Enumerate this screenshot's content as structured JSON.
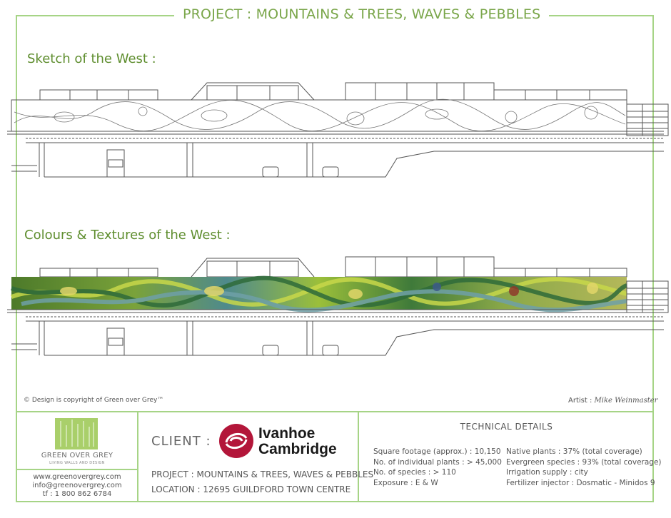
{
  "title": "PROJECT : MOUNTAINS & TREES, WAVES & PEBBLES",
  "sketch_heading": "Sketch of the West :",
  "colours_heading": "Colours & Textures of the West :",
  "copyright": "© Design is copyright of Green over Grey™",
  "artist": {
    "label": "Artist :",
    "name": "Mike Weinmaster"
  },
  "company": {
    "name": "GREEN OVER GREY",
    "tagline": "LIVING WALLS AND DESIGN",
    "website": "www.greenovergrey.com",
    "email": "info@greenovergrey.com",
    "phone": "tf : 1 800 862 6784"
  },
  "client": {
    "label": "CLIENT :",
    "name_line1": "Ivanhoe",
    "name_line2": "Cambridge",
    "project": "PROJECT : MOUNTAINS & TREES, WAVES & PEBBLES",
    "location": "LOCATION : 12695 GUILDFORD TOWN CENTRE"
  },
  "technical": {
    "title": "TECHNICAL DETAILS",
    "left": [
      "Square footage (approx.) : 10,150",
      "No. of individual plants : > 45,000",
      "No. of species : > 110",
      "Exposure : E & W"
    ],
    "right": [
      "Native plants : 37% (total coverage)",
      "Evergreen species : 93% (total coverage)",
      "Irrigation supply : city",
      "Fertilizer injector : Dosmatic - Minidos 9"
    ]
  },
  "colors": {
    "frame": "#a6d486",
    "heading": "#5f8e2f",
    "brand_red": "#b3163a"
  }
}
